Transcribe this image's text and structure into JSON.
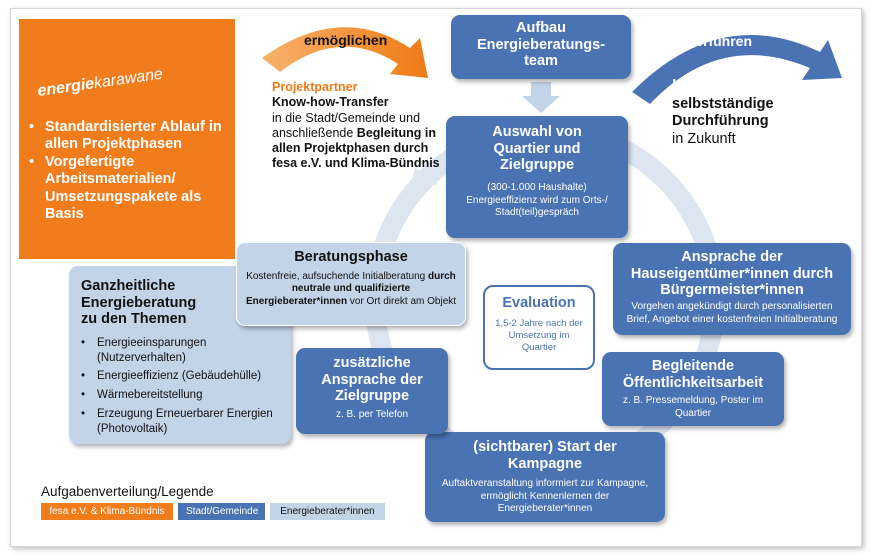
{
  "logo": {
    "text_a": "energie",
    "text_b": "karawane"
  },
  "orange_box": {
    "items": [
      "Standardisierter Ablauf in allen Projektphasen",
      "Vorgefertigte Arbeitsmaterialien/ Umsetzungspakete als Basis"
    ]
  },
  "arrow_left": {
    "label": "ermöglichen"
  },
  "arrow_right": {
    "label": "weiterführen"
  },
  "partner": {
    "heading": "Projektpartner",
    "line1": "Know-how-Transfer",
    "line2": "in die Stadt/Gemeinde und anschließende",
    "bold2": "Begleitung",
    "line3": "in allen Projektphasen durch fesa e.V. und Klima-Bündnis"
  },
  "kommune": {
    "heading": "Kommune",
    "bold": "selbstständige Durchführung",
    "rest": "in Zukunft"
  },
  "aufbau": {
    "title": "Aufbau Energieberatungs-team"
  },
  "auswahl": {
    "title": "Auswahl von Quartier und Zielgruppe",
    "sub": "(300-1.000 Haushalte) Energieeffizienz wird zum Orts-/ Stadt(teil)gespräch"
  },
  "ansprache": {
    "title": "Ansprache der Hauseigentümer*innen durch Bürgermeister*innen",
    "sub": "Vorgehen angekündigt durch personalisierten Brief, Angebot einer kostenfreien Initialberatung"
  },
  "begleitende": {
    "title": "Begleitende Öffentlichkeitsarbeit",
    "sub": "z. B. Pressemeldung, Poster im Quartier"
  },
  "start": {
    "title": "(sichtbarer) Start der Kampagne",
    "sub": "Auftaktveranstaltung informiert zur Kampagne, ermöglicht Kennenlernen der Energieberater*innen"
  },
  "zusatz": {
    "title": "zusätzliche Ansprache der Zielgruppe",
    "sub": "z. B. per Telefon"
  },
  "beratung": {
    "title": "Beratungsphase",
    "sub_a": "Kostenfreie, aufsuchende Initialberatung",
    "sub_b": "durch neutrale und qualifizierte Energieberater*innen",
    "sub_c": "vor Ort direkt am Objekt"
  },
  "evaluation": {
    "title": "Evaluation",
    "sub": "1,5-2 Jahre nach der Umsetzung im Quartier"
  },
  "ganz": {
    "title": "Ganzheitliche Energieberatung zu den Themen",
    "items": [
      "Energieeinsparungen (Nutzerverhalten)",
      "Energieeffizienz (Gebäudehülle)",
      "Wärmebereitstellung",
      "Erzeugung Erneuerbarer Energien (Photovoltaik)"
    ]
  },
  "legend": {
    "title": "Aufgabenverteilung/Legende",
    "items": [
      "fesa e.V. & Klima-Bündnis",
      "Stadt/Gemeinde",
      "Energieberater*innen"
    ]
  },
  "colors": {
    "blue": "#4a73b4",
    "light_blue": "#c3d3e8",
    "orange": "#f07c1b",
    "ring": "#dde5f1"
  }
}
